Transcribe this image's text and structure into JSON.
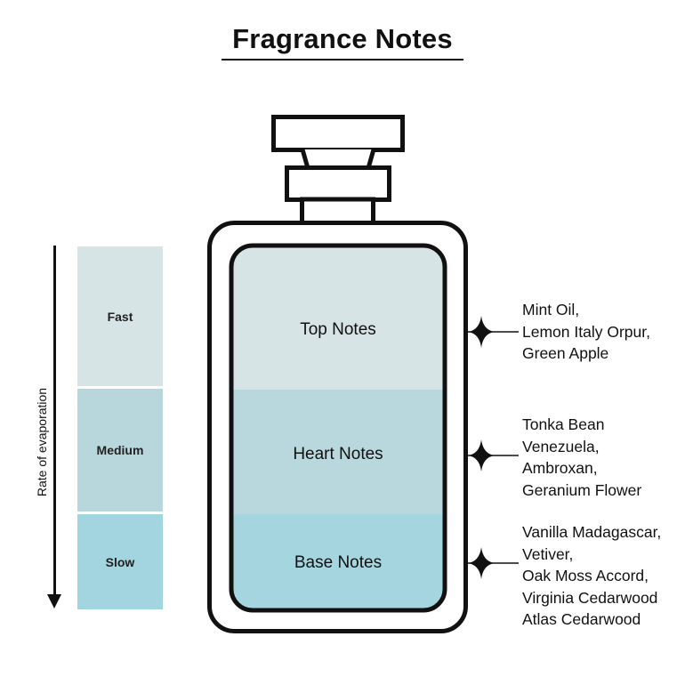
{
  "title": "Fragrance Notes",
  "evaporation_scale": {
    "axis_label": "Rate of evaporation",
    "levels": [
      "Fast",
      "Medium",
      "Slow"
    ]
  },
  "layers": {
    "top": {
      "label": "Top Notes",
      "ingredients": [
        "Mint Oil,",
        "Lemon Italy Orpur,",
        "Green Apple"
      ]
    },
    "heart": {
      "label": "Heart Notes",
      "ingredients": [
        "Tonka Bean",
        "Venezuela,",
        "Ambroxan,",
        "Geranium Flower"
      ]
    },
    "base": {
      "label": "Base Notes",
      "ingredients": [
        "Vanilla Madagascar,",
        "Vetiver,",
        "Oak Moss Accord,",
        "Virginia Cedarwood",
        "Atlas Cedarwood"
      ]
    }
  },
  "colors": {
    "fast": "#d7e4e6",
    "medium": "#b7d7dc",
    "slow": "#a2d5df",
    "top_layer": "#d7e4e6",
    "heart_layer": "#b9d8dd",
    "base_layer": "#a5d6e0",
    "outline": "#111111"
  },
  "icons": {
    "connector": "four-point-sparkle-icon"
  }
}
